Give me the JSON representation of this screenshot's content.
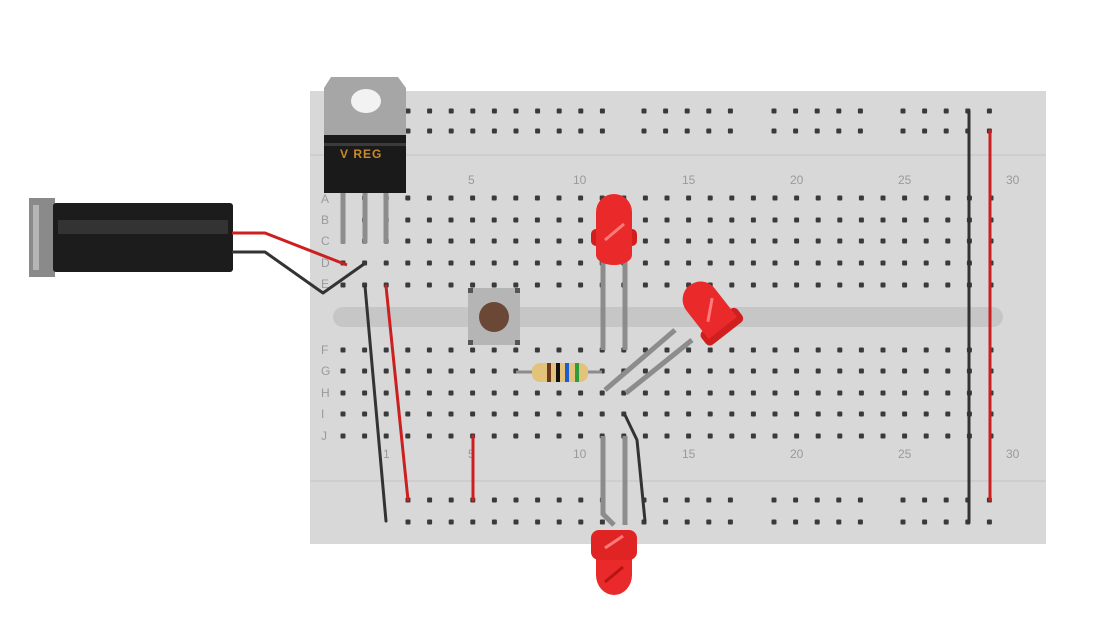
{
  "regulator": {
    "label": "V REG"
  },
  "columns": {
    "top": [
      "5",
      "10",
      "15",
      "20",
      "25",
      "30"
    ],
    "bottom": [
      "1",
      "5",
      "10",
      "15",
      "20",
      "25",
      "30"
    ]
  },
  "rows": {
    "top": [
      "A",
      "B",
      "C",
      "D",
      "E"
    ],
    "bottom": [
      "F",
      "G",
      "H",
      "I",
      "J"
    ]
  },
  "colors": {
    "board": "#d7d7d7",
    "hole": "#3a3a3a",
    "wire_red": "#cc1f1f",
    "wire_black": "#333333",
    "led_red": "#e82424",
    "jack_black": "#1c1c1c"
  }
}
